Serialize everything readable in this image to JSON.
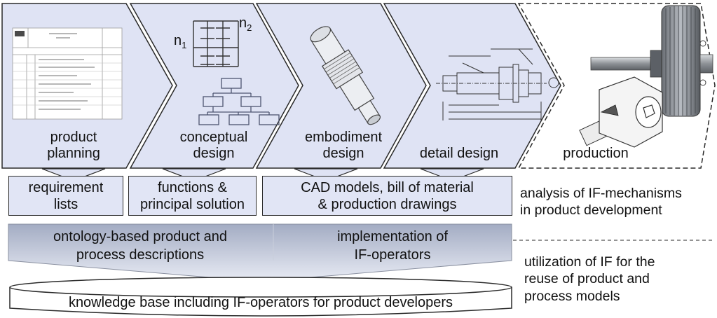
{
  "phases": [
    {
      "id": "planning",
      "label_line1": "product",
      "label_line2": "planning"
    },
    {
      "id": "conceptual",
      "label_line1": "conceptual",
      "label_line2": "design"
    },
    {
      "id": "embodiment",
      "label_line1": "embodiment",
      "label_line2": "design"
    },
    {
      "id": "detail",
      "label_line1": "detail design"
    },
    {
      "id": "production",
      "label_line1": "production"
    }
  ],
  "conceptual_symbols": {
    "n1": "n",
    "n1_sub": "1",
    "n2": "n",
    "n2_sub": "2"
  },
  "outputs": [
    {
      "line1": "requirement",
      "line2": "lists"
    },
    {
      "line1": "functions &",
      "line2": "principal solution"
    },
    {
      "line1": "CAD models, bill of material",
      "line2": "& production drawings"
    }
  ],
  "notes": {
    "analysis_line1": "analysis of IF-mechanisms",
    "analysis_line2": "in product development",
    "utilization_line1": "utilization of IF for the",
    "utilization_line2": "reuse of product and",
    "utilization_line3": "process models"
  },
  "bands": [
    {
      "line1": "ontology-based product and",
      "line2": "process descriptions"
    },
    {
      "line1": "implementation of",
      "line2": "IF-operators"
    }
  ],
  "knowledge_base": "knowledge base including IF-operators for product developers",
  "colors": {
    "fill": "#e1e5f5",
    "band_dark": "#a3acc3",
    "band_light": "#e6e9f3",
    "stroke": "#2a2a2a"
  }
}
